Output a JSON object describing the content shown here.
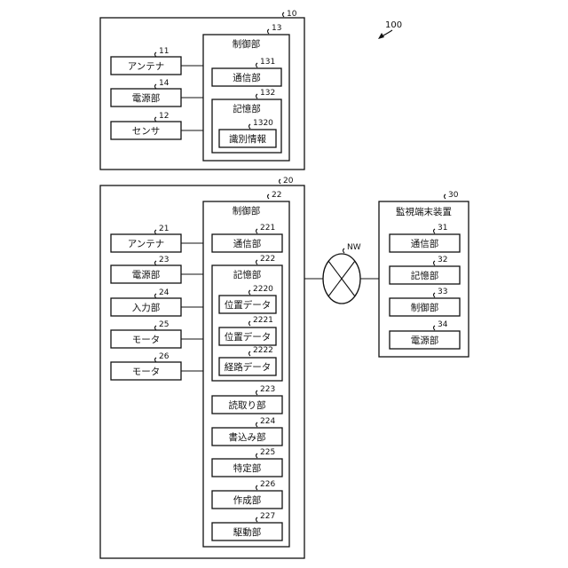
{
  "system_ref": "100",
  "network": {
    "ref": "NW"
  },
  "device10": {
    "ref": "10",
    "antenna": {
      "ref": "11",
      "label": "アンテナ"
    },
    "power": {
      "ref": "14",
      "label": "電源部"
    },
    "sensor": {
      "ref": "12",
      "label": "センサ"
    },
    "control": {
      "ref": "13",
      "label": "制御部",
      "comm": {
        "ref": "131",
        "label": "通信部"
      },
      "storage": {
        "ref": "132",
        "label": "記憶部",
        "id_info": {
          "ref": "1320",
          "label": "識別情報"
        }
      }
    }
  },
  "device20": {
    "ref": "20",
    "antenna": {
      "ref": "21",
      "label": "アンテナ"
    },
    "power": {
      "ref": "23",
      "label": "電源部"
    },
    "input": {
      "ref": "24",
      "label": "入力部"
    },
    "motor1": {
      "ref": "25",
      "label": "モータ"
    },
    "motor2": {
      "ref": "26",
      "label": "モータ"
    },
    "control": {
      "ref": "22",
      "label": "制御部",
      "comm": {
        "ref": "221",
        "label": "通信部"
      },
      "storage": {
        "ref": "222",
        "label": "記憶部",
        "pos1": {
          "ref": "2220",
          "label": "位置データ"
        },
        "pos2": {
          "ref": "2221",
          "label": "位置データ"
        },
        "route": {
          "ref": "2222",
          "label": "経路データ"
        }
      },
      "read": {
        "ref": "223",
        "label": "読取り部"
      },
      "write": {
        "ref": "224",
        "label": "書込み部"
      },
      "identify": {
        "ref": "225",
        "label": "特定部"
      },
      "create": {
        "ref": "226",
        "label": "作成部"
      },
      "drive": {
        "ref": "227",
        "label": "駆動部"
      }
    }
  },
  "terminal30": {
    "ref": "30",
    "label": "監視端末装置",
    "comm": {
      "ref": "31",
      "label": "通信部"
    },
    "storage": {
      "ref": "32",
      "label": "記憶部"
    },
    "control": {
      "ref": "33",
      "label": "制御部"
    },
    "power": {
      "ref": "34",
      "label": "電源部"
    }
  }
}
